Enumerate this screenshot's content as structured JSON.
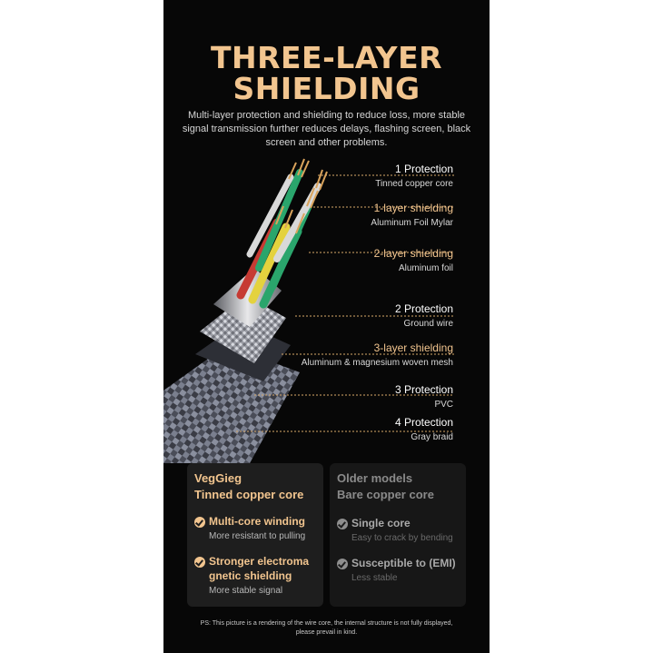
{
  "title": {
    "line1": "THREE-LAYER",
    "line2": "SHIELDING"
  },
  "subtitle": "Multi-layer protection and shielding to reduce loss, more stable signal transmission further reduces delays, flashing screen, black screen and other problems.",
  "callouts": [
    {
      "heading": "1 Protection",
      "sub": "Tinned copper core",
      "highlight": false
    },
    {
      "heading": "1-layer shielding",
      "sub": "Aluminum Foil Mylar",
      "highlight": true
    },
    {
      "heading": "2-layer shielding",
      "sub": "Aluminum foil",
      "highlight": true
    },
    {
      "heading": "2 Protection",
      "sub": "Ground wire",
      "highlight": false
    },
    {
      "heading": "3-layer shielding",
      "sub": "Aluminum & magnesium woven mesh",
      "highlight": true
    },
    {
      "heading": "3 Protection",
      "sub": "PVC",
      "highlight": false
    },
    {
      "heading": "4 Protection",
      "sub": "Gray braid",
      "highlight": false
    }
  ],
  "cards": {
    "left": {
      "line1": "VegGieg",
      "line2": "Tinned copper core",
      "features": [
        {
          "title": "Multi-core winding",
          "sub": "More resistant to pulling"
        },
        {
          "title": "Stronger electromagnetic shielding",
          "title_display": "Stronger electroma gnetic shielding",
          "sub": "More stable signal"
        }
      ]
    },
    "right": {
      "line1": "Older models",
      "line2": "Bare copper core",
      "features": [
        {
          "title": "Single core",
          "sub": "Easy to crack by bending"
        },
        {
          "title": "Susceptible to (EMI)",
          "sub": "Less stable"
        }
      ]
    }
  },
  "footnote": "PS: This picture is a rendering of the wire core, the internal structure is not fully displayed, please prevail in kind.",
  "colors": {
    "accent": "#f2c58f",
    "background": "#070707"
  }
}
